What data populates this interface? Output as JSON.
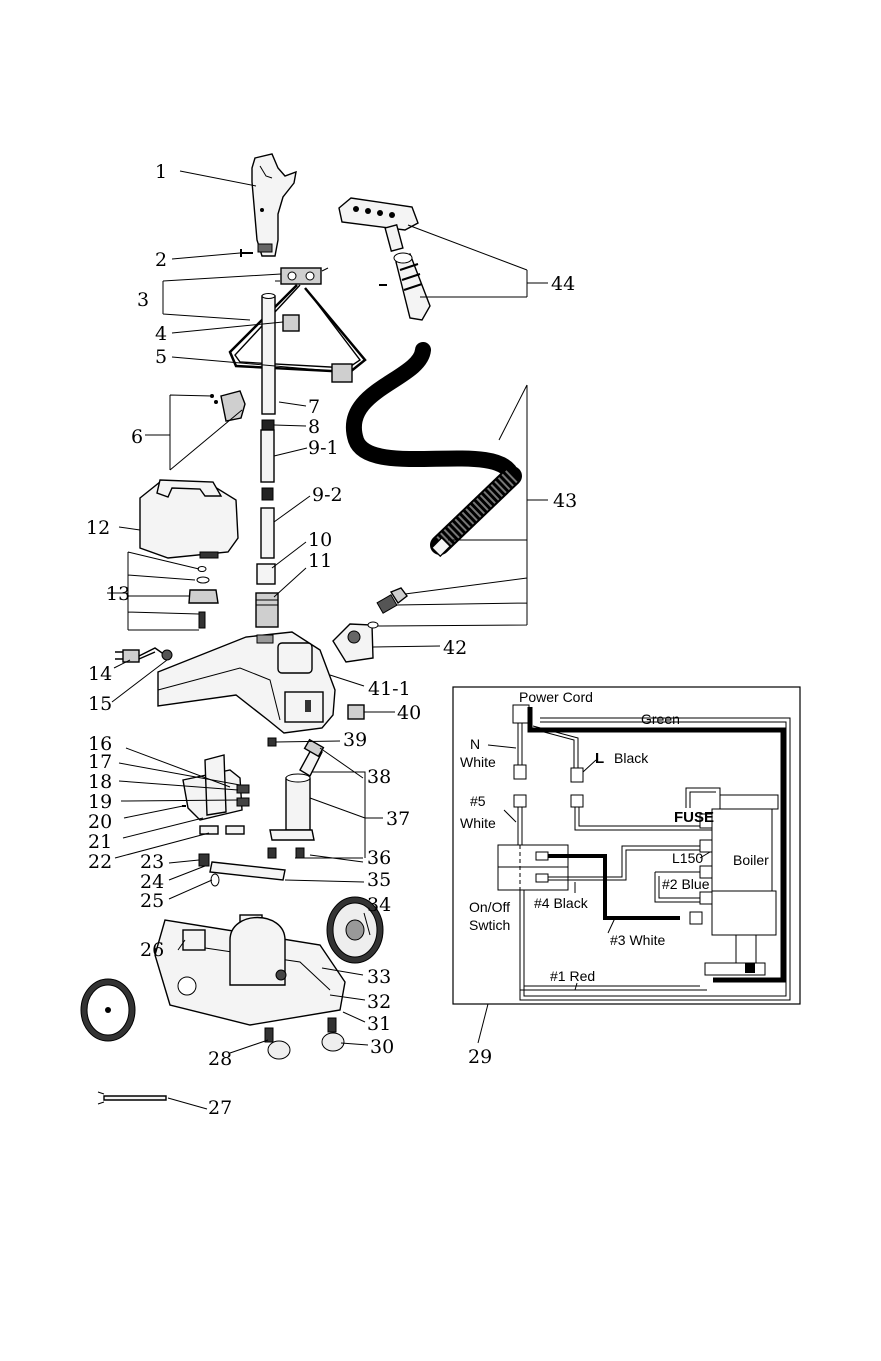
{
  "parts": [
    {
      "id": "1",
      "label": "1"
    },
    {
      "id": "2",
      "label": "2"
    },
    {
      "id": "3",
      "label": "3"
    },
    {
      "id": "4",
      "label": "4"
    },
    {
      "id": "5",
      "label": "5"
    },
    {
      "id": "6",
      "label": "6"
    },
    {
      "id": "7",
      "label": "7"
    },
    {
      "id": "8",
      "label": "8"
    },
    {
      "id": "9-1",
      "label": "9-1"
    },
    {
      "id": "9-2",
      "label": "9-2"
    },
    {
      "id": "10",
      "label": "10"
    },
    {
      "id": "11",
      "label": "11"
    },
    {
      "id": "12",
      "label": "12"
    },
    {
      "id": "13",
      "label": "13"
    },
    {
      "id": "14",
      "label": "14"
    },
    {
      "id": "15",
      "label": "15"
    },
    {
      "id": "16",
      "label": "16"
    },
    {
      "id": "17",
      "label": "17"
    },
    {
      "id": "18",
      "label": "18"
    },
    {
      "id": "19",
      "label": "19"
    },
    {
      "id": "20",
      "label": "20"
    },
    {
      "id": "21",
      "label": "21"
    },
    {
      "id": "22",
      "label": "22"
    },
    {
      "id": "23",
      "label": "23"
    },
    {
      "id": "24",
      "label": "24"
    },
    {
      "id": "25",
      "label": "25"
    },
    {
      "id": "26",
      "label": "26"
    },
    {
      "id": "27",
      "label": "27"
    },
    {
      "id": "28",
      "label": "28"
    },
    {
      "id": "29",
      "label": "29"
    },
    {
      "id": "30",
      "label": "30"
    },
    {
      "id": "31",
      "label": "31"
    },
    {
      "id": "32",
      "label": "32"
    },
    {
      "id": "33",
      "label": "33"
    },
    {
      "id": "34",
      "label": "34"
    },
    {
      "id": "35",
      "label": "35"
    },
    {
      "id": "36",
      "label": "36"
    },
    {
      "id": "37",
      "label": "37"
    },
    {
      "id": "38",
      "label": "38"
    },
    {
      "id": "39",
      "label": "39"
    },
    {
      "id": "40",
      "label": "40"
    },
    {
      "id": "41-1",
      "label": "41-1"
    },
    {
      "id": "42",
      "label": "42"
    },
    {
      "id": "43",
      "label": "43"
    },
    {
      "id": "44",
      "label": "44"
    }
  ],
  "wiring": {
    "power_cord": "Power Cord",
    "green": "Green",
    "n": "N",
    "n_white": "White",
    "l": "L",
    "l_black": "Black",
    "w5_num": "#5",
    "w5_white": "White",
    "fuse": "FUSE",
    "l150": "L150",
    "boiler": "Boiler",
    "w2_blue": "#2 Blue",
    "switch_1": "On/Off",
    "switch_2": "Swtich",
    "w4_black": "#4  Black",
    "w3_white": "#3  White",
    "w1_red": "#1  Red"
  }
}
